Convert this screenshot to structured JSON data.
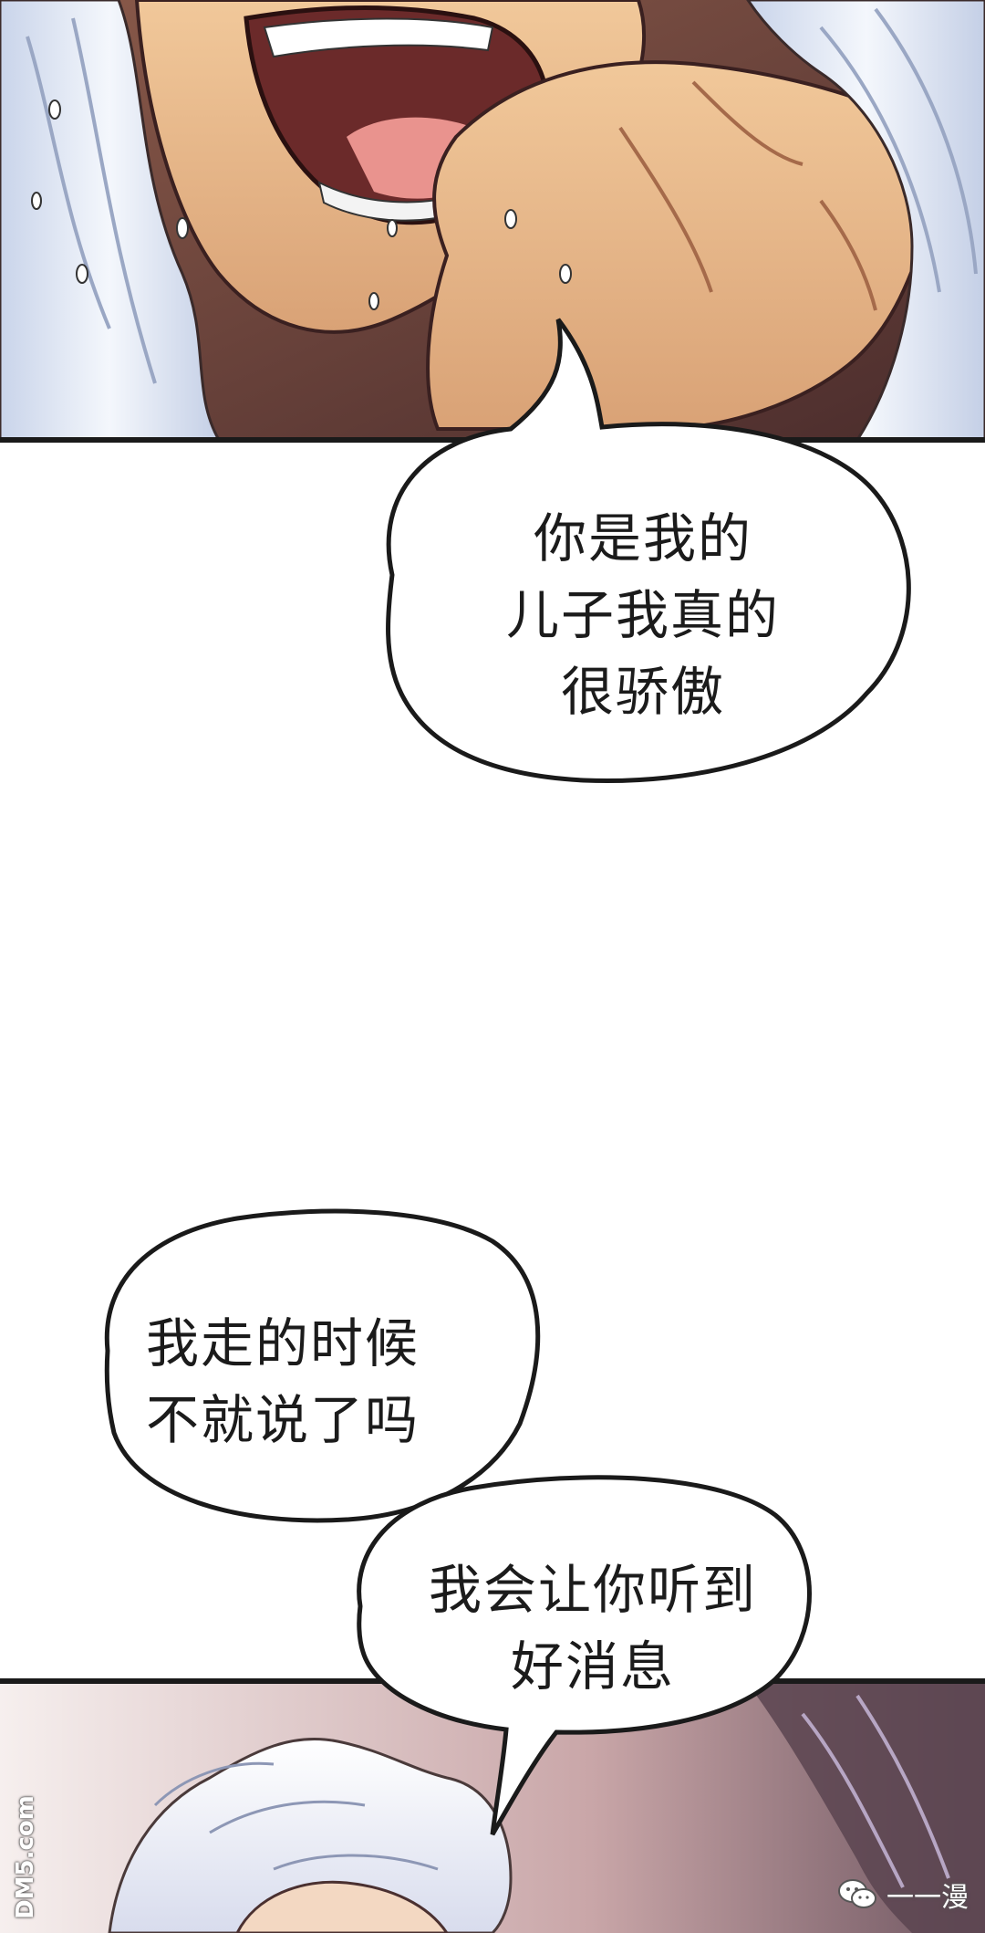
{
  "speech_bubbles": [
    {
      "lines": [
        "你是我的",
        "儿子我真的",
        "很骄傲"
      ]
    },
    {
      "lines": [
        "我走的时候",
        "不就说了吗"
      ]
    },
    {
      "lines": [
        "我会让你听到",
        "好消息"
      ]
    }
  ],
  "watermark": {
    "left_logo": "DM5.com",
    "right_label": "一一漫"
  },
  "icons": {
    "wechat": "wechat-icon"
  },
  "colors": {
    "panel_border": "#1a1a1a",
    "skin": "#e9b88b",
    "hair": "#e6ecf7",
    "shadow": "#7a4a3a"
  }
}
